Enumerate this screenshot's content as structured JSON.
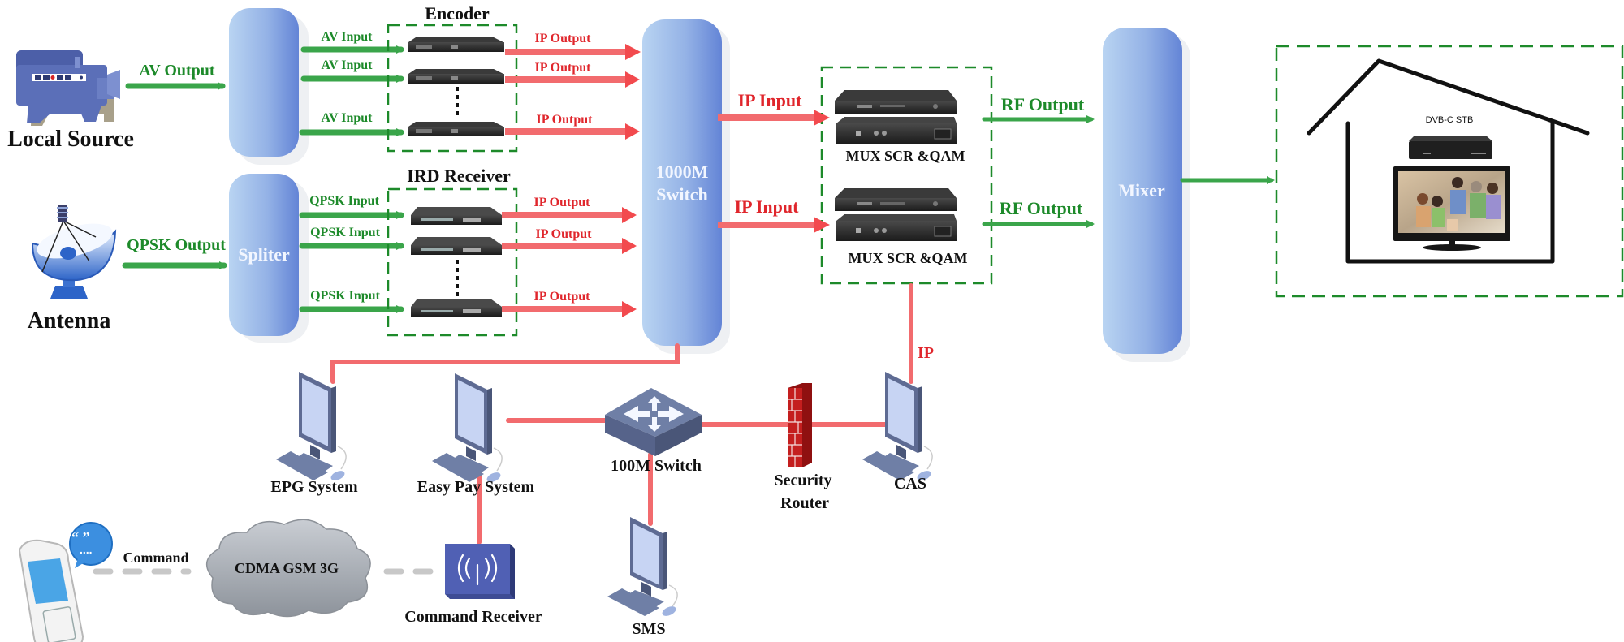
{
  "colors": {
    "signal_green": "#3aa54a",
    "signal_red": "#f26b6e",
    "label_green": "#1d8a2a",
    "label_red": "#e0262c",
    "hub_blue": "#7d9fdc",
    "dashed_group": "#1d8a2a",
    "network_gray": "#c8c8c8",
    "device_navy": "#6f7fa6"
  },
  "sources": {
    "local_source": {
      "label": "Local Source",
      "output_label": "AV Output"
    },
    "antenna": {
      "label": "Antenna",
      "output_label": "QPSK Output"
    }
  },
  "hubs": {
    "av_splitter": {
      "label": ""
    },
    "qpsk_splitter": {
      "label": "Spliter"
    },
    "switch_1000m": {
      "label_line1": "1000M",
      "label_line2": "Switch"
    },
    "mixer": {
      "label": "Mixer"
    }
  },
  "encoder_group": {
    "title": "Encoder",
    "input_labels": [
      "AV Input",
      "AV Input",
      "AV Input"
    ],
    "output_labels": [
      "IP Output",
      "IP Output",
      "IP Output"
    ]
  },
  "ird_group": {
    "title": "IRD Receiver",
    "input_labels": [
      "QPSK Input",
      "QPSK Input",
      "QPSK Input"
    ],
    "output_labels": [
      "IP Output",
      "IP Output",
      "IP Output"
    ]
  },
  "mux_group": {
    "units": [
      {
        "input_label": "IP Input",
        "label": "MUX SCR &QAM",
        "output_label": "RF Output"
      },
      {
        "input_label": "IP Input",
        "label": "MUX SCR &QAM",
        "output_label": "RF Output"
      }
    ],
    "ip_link_label": "IP"
  },
  "home": {
    "stb_label": "DVB-C STB"
  },
  "network": {
    "epg": "EPG System",
    "easy_pay": "Easy Pay System",
    "switch_100m": "100M Switch",
    "security_router_line1": "Security",
    "security_router_line2": "Router",
    "cas": "CAS",
    "sms": "SMS",
    "command_receiver": "Command Receiver"
  },
  "mobile": {
    "command_label": "Command",
    "cloud_label": "CDMA GSM 3G"
  }
}
